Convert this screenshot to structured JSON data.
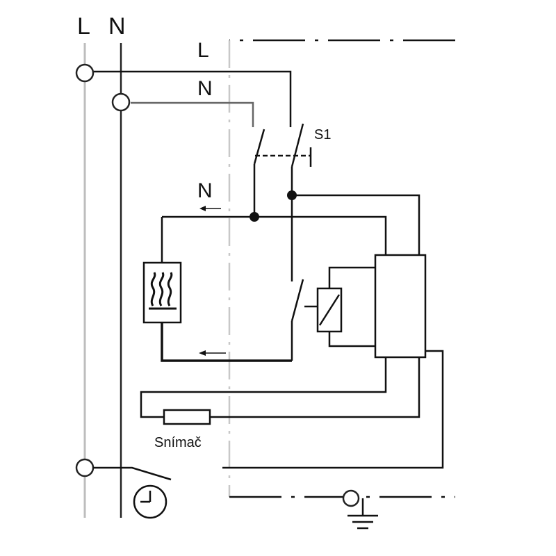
{
  "rail_labels": {
    "line": "L",
    "neutral": "N"
  },
  "bus_labels": {
    "line": "L",
    "neutral": "N",
    "neutral_out": "N"
  },
  "switch_label": "S1",
  "sensor_label": "Snímač"
}
